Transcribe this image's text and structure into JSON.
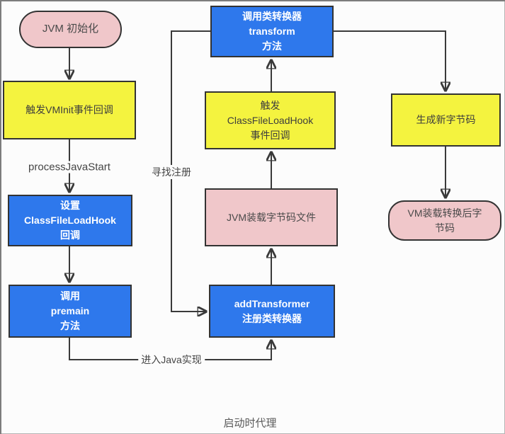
{
  "title": "启动时代理",
  "nodes": {
    "jvm_init": {
      "label": "JVM 初始化",
      "shape": "rounded",
      "color": "#f0c7ca"
    },
    "vminit_callback": {
      "label": "触发VMInit事件回调",
      "shape": "rect",
      "color": "#f4f33f"
    },
    "set_hook": {
      "label": "设置\nClassFileLoadHook\n回调",
      "shape": "rect",
      "color": "#2e78ec"
    },
    "call_premain": {
      "label": "调用\npremain\n方法",
      "shape": "rect",
      "color": "#2e78ec"
    },
    "add_transformer": {
      "label": "addTransformer\n注册类转换器",
      "shape": "rect",
      "color": "#2e78ec"
    },
    "jvm_load_bytecode": {
      "label": "JVM装载字节码文件",
      "shape": "rect",
      "color": "#f0c7ca"
    },
    "trigger_hook": {
      "label": "触发\nClassFileLoadHook\n事件回调",
      "shape": "rect",
      "color": "#f4f33f"
    },
    "call_transform": {
      "label": "调用类转换器\ntransform\n方法",
      "shape": "rect",
      "color": "#2e78ec"
    },
    "gen_new_bytecode": {
      "label": "生成新字节码",
      "shape": "rect",
      "color": "#f4f33f"
    },
    "vm_load_transformed": {
      "label": "VM装载转换后字\n节码",
      "shape": "rounded",
      "color": "#f0c7ca"
    }
  },
  "edge_labels": {
    "process_java_start": "processJavaStart",
    "find_registration": "寻找注册",
    "enter_java": "进入Java实现"
  },
  "colors": {
    "node_blue": "#2e78ec",
    "node_yellow": "#f4f33f",
    "node_pink": "#f0c7ca",
    "border": "#333333",
    "wire": "#3a3a3a",
    "background": "#fcfcfc"
  }
}
